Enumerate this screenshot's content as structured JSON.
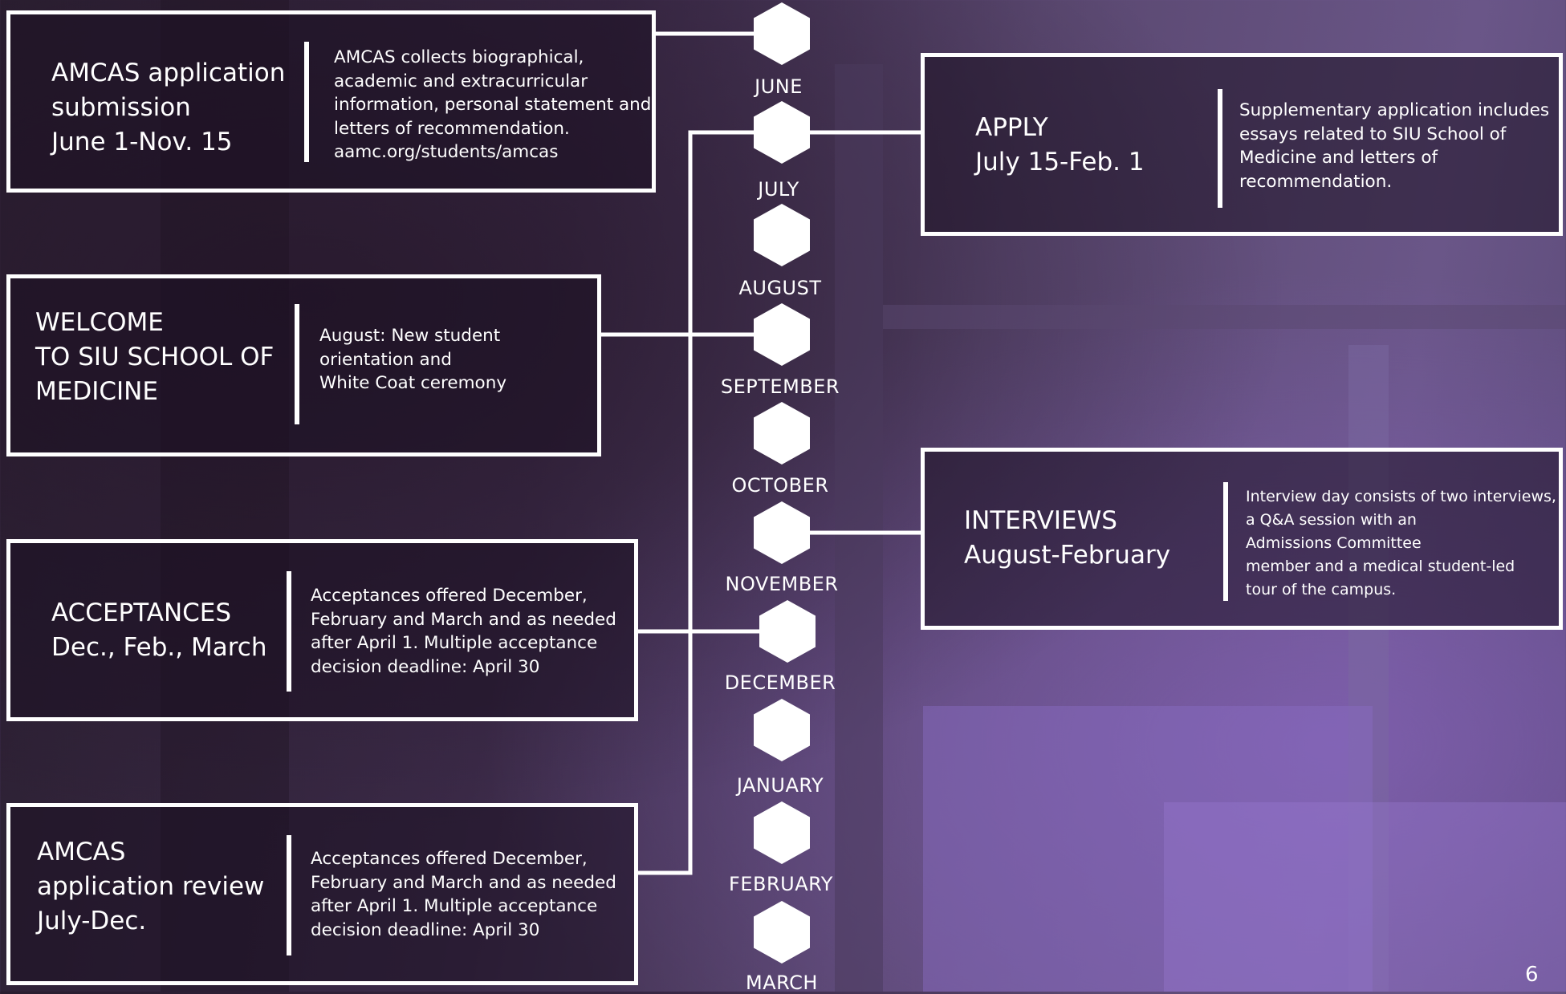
{
  "timeline": {
    "months": [
      "JUNE",
      "JULY",
      "AUGUST",
      "SEPTEMBER",
      "OCTOBER",
      "NOVEMBER",
      "DECEMBER",
      "JANUARY",
      "FEBRUARY",
      "MARCH"
    ]
  },
  "boxes": {
    "amcas_submission": {
      "title": "AMCAS application\nsubmission\nJune 1-Nov. 15",
      "description": "AMCAS collects biographical,\nacademic and extracurricular\ninformation, personal statement and\nletters of recommendation.\naamc.org/students/amcas"
    },
    "welcome": {
      "title": "WELCOME\nTO SIU SCHOOL OF\nMEDICINE",
      "description": "August: New student\norientation and\nWhite Coat ceremony"
    },
    "acceptances": {
      "title": "ACCEPTANCES\nDec., Feb., March",
      "description": "Acceptances offered December,\nFebruary and March and as needed\nafter April 1. Multiple acceptance\ndecision deadline: April 30"
    },
    "amcas_review": {
      "title": "AMCAS\napplication review\nJuly-Dec.",
      "description": "Acceptances offered December,\nFebruary and March and as needed\nafter April 1. Multiple acceptance\ndecision deadline: April 30"
    },
    "apply": {
      "title": "APPLY\nJuly 15-Feb. 1",
      "description": "Supplementary application includes\nessays related to SIU School of\nMedicine and letters of\nrecommendation."
    },
    "interviews": {
      "title": "INTERVIEWS\nAugust-February",
      "description": "Interview day consists of two interviews,\na Q&A session with an\nAdmissions Committee\nmember and a medical student-led\ntour of the campus."
    }
  },
  "page_number": "6",
  "colors": {
    "line": "#ffffff",
    "background_dark": "#2a1f30",
    "background_purple": "#6a5688"
  }
}
